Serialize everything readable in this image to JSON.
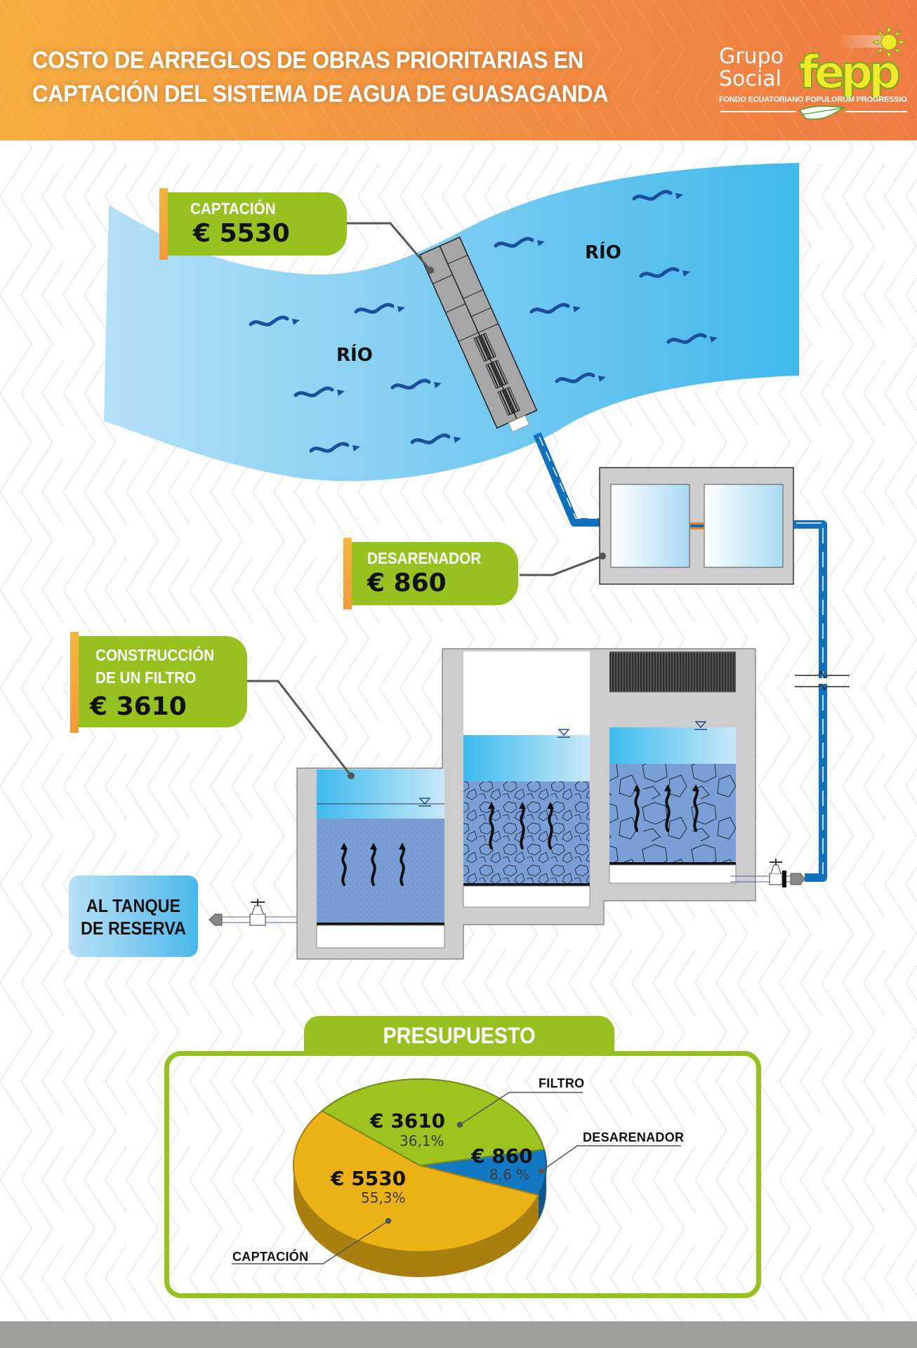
{
  "header": {
    "title_line1": "COSTO DE ARREGLOS DE OBRAS PRIORITARIAS EN",
    "title_line2": "CAPTACIÓN DEL SISTEMA DE AGUA DE GUASAGANDA"
  },
  "logo": {
    "grupo": "Grupo",
    "social": "Social",
    "brand": "fepp",
    "subtitle": "FONDO ECUATORIANO POPULORUM PROGRESSIO"
  },
  "diagram": {
    "river_label_left": "RÍO",
    "river_label_right": "RÍO",
    "captacion": {
      "title": "CAPTACIÓN",
      "value": "€ 5530"
    },
    "desarenador": {
      "title": "DESARENADOR",
      "value": "€ 860"
    },
    "filtro": {
      "title_line1": "CONSTRUCCIÓN",
      "title_line2": "DE UN FILTRO",
      "value": "€ 3610"
    },
    "tanque": {
      "line1": "AL TANQUE",
      "line2": "DE RESERVA"
    }
  },
  "colors": {
    "orange_start": "#f6ad3f",
    "orange_end": "#ee7b43",
    "green": "#96c11f",
    "river_blue": "#5fc3ef",
    "pipe_blue": "#0f71bd",
    "pie_yellow": "#ebb215",
    "pie_green": "#9fc31e",
    "pie_blue": "#1479c3",
    "concrete": "#cdcdcd",
    "footer_gray": "#9d9d9c"
  },
  "chart_data": {
    "type": "pie",
    "title": "PRESUPUESTO",
    "currency": "€",
    "categories": [
      "CAPTACIÓN",
      "FILTRO",
      "DESARENADOR"
    ],
    "values": [
      5530,
      3610,
      860
    ],
    "amount_labels": [
      "€ 5530",
      "€ 3610",
      "€ 860"
    ],
    "percent_labels": [
      "55,3%",
      "36,1%",
      "8,6 %"
    ],
    "percents": [
      55.3,
      36.1,
      8.6
    ],
    "colors": [
      "#ebb215",
      "#9fc31e",
      "#1479c3"
    ],
    "style": "3d"
  }
}
